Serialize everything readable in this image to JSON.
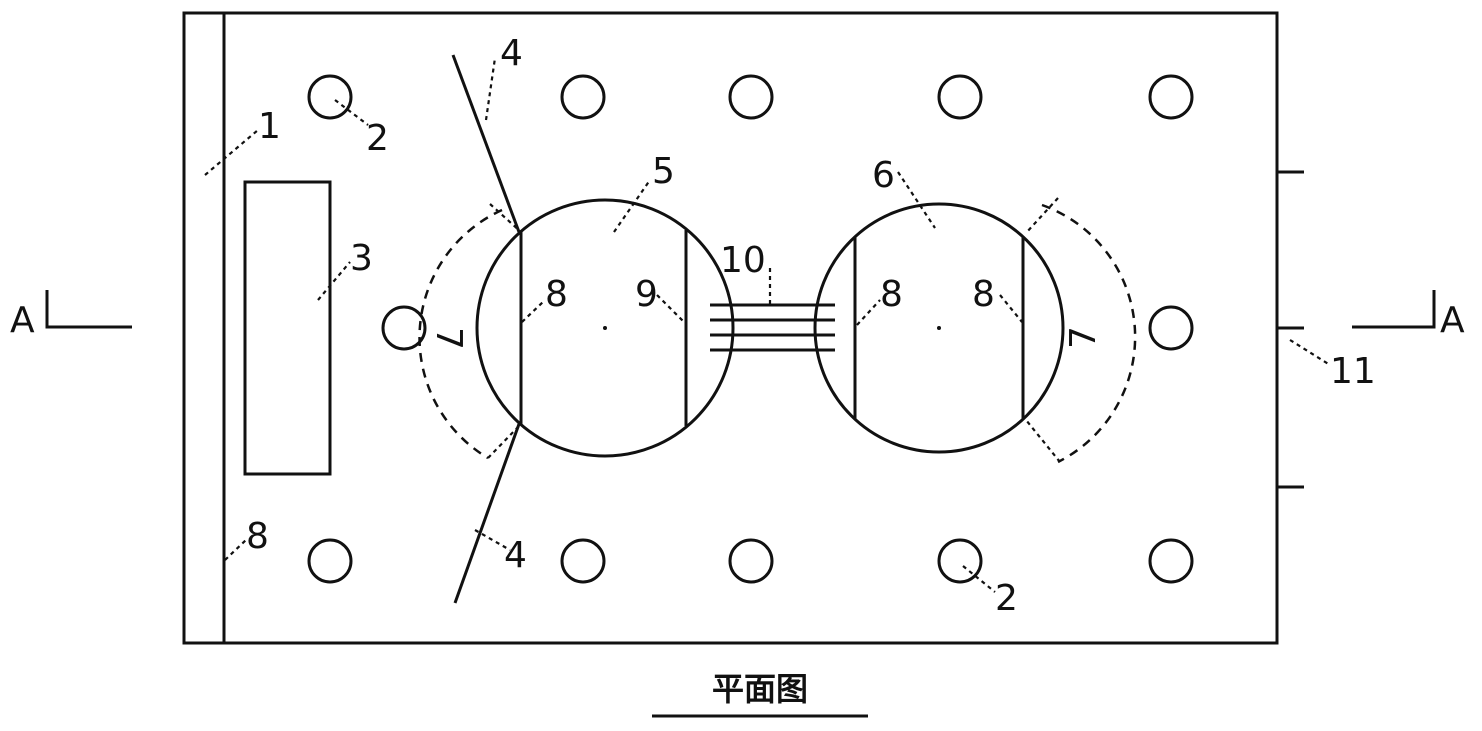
{
  "section_marker": {
    "left": "A",
    "right": "A"
  },
  "caption": "平面图",
  "callouts": {
    "c1": "1",
    "c2_top": "2",
    "c2_bottom": "2",
    "c3": "3",
    "c4_top": "4",
    "c4_bottom": "4",
    "c5": "5",
    "c6": "6",
    "c7_left": "7",
    "c7_right": "7",
    "c8_a": "8",
    "c8_b": "8",
    "c8_c": "8",
    "c8_d": "8",
    "c9": "9",
    "c10": "10",
    "c11": "11"
  }
}
